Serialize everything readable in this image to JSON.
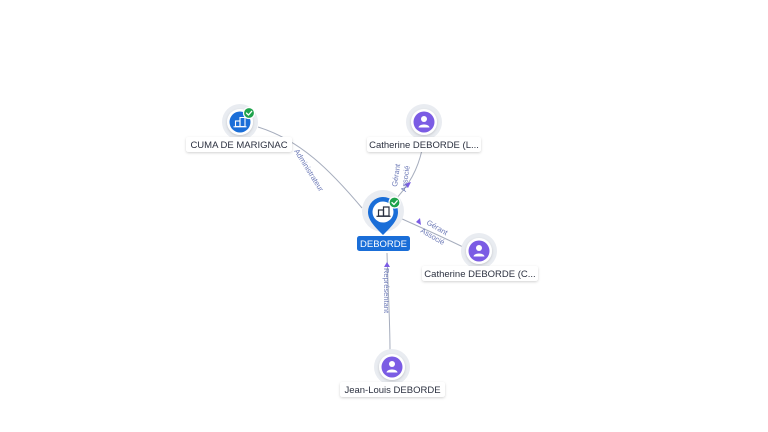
{
  "graph": {
    "center": {
      "label": "DEBORDE",
      "verified": true,
      "icon": "company-building-icon"
    },
    "nodes": [
      {
        "id": "cuma",
        "label": "CUMA DE MARIGNAC",
        "type": "company",
        "icon": "company-building-icon",
        "verified": true
      },
      {
        "id": "cath1",
        "label": "Catherine DEBORDE (L...",
        "type": "person",
        "icon": "person-icon"
      },
      {
        "id": "cath2",
        "label": "Catherine DEBORDE (C...",
        "type": "person",
        "icon": "person-icon"
      },
      {
        "id": "jl",
        "label": "Jean-Louis DEBORDE",
        "type": "person",
        "icon": "person-icon"
      }
    ],
    "edges": [
      {
        "from": "cuma",
        "labels": [
          "Administrateur"
        ]
      },
      {
        "from": "cath1",
        "labels": [
          "Gérant",
          "Associé"
        ]
      },
      {
        "from": "cath2",
        "labels": [
          "Gérant",
          "Associé"
        ]
      },
      {
        "from": "jl",
        "labels": [
          "Représentant"
        ]
      }
    ]
  },
  "colors": {
    "company": "#1a6ed8",
    "person": "#7b5ce4",
    "verified": "#1ea34b",
    "edge": "#a6adbd",
    "edge_label": "#6b78b6"
  }
}
